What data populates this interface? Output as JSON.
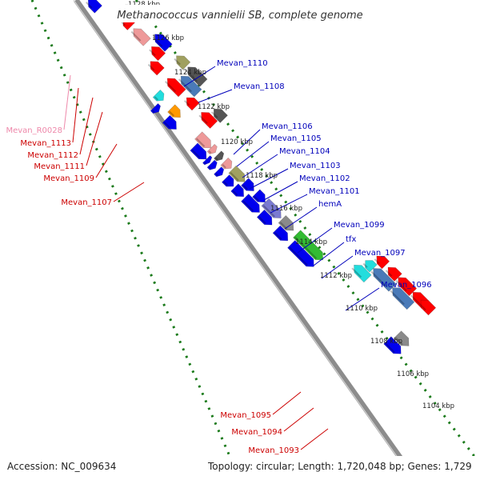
{
  "title": "Methanococcus vannielii SB, complete genome",
  "footer": {
    "accession": "Accession: NC_009634",
    "topology": "Topology: circular; Length: 1,720,048 bp; Genes: 1,729"
  },
  "colors": {
    "backbone": "#8c8c8c",
    "tick_dots": "#1a7a1a",
    "forward_label": "#0000bb",
    "reverse_label": "#cc0000",
    "rna_label": "#ee88aa",
    "blue": "#0000ee",
    "red": "#ff0000",
    "pink": "#ee9999",
    "olive": "#a0a060",
    "purple": "#7a7ad0",
    "gray": "#8a8a8a",
    "darkgray": "#555555",
    "green": "#33bb33",
    "steel": "#4a7ab8",
    "cyan": "#22dddd",
    "orange": "#ff9900"
  },
  "scale_labels": [
    {
      "text": "1128 kbp",
      "kbp": 1128
    },
    {
      "text": "1126 kbp",
      "kbp": 1126
    },
    {
      "text": "1124 kbp",
      "kbp": 1124
    },
    {
      "text": "1122 kbp",
      "kbp": 1122
    },
    {
      "text": "1120 kbp",
      "kbp": 1120
    },
    {
      "text": "1118 kbp",
      "kbp": 1118
    },
    {
      "text": "1116 kbp",
      "kbp": 1116
    },
    {
      "text": "1114 kbp",
      "kbp": 1114
    },
    {
      "text": "1112 kbp",
      "kbp": 1112
    },
    {
      "text": "1110 kbp",
      "kbp": 1110
    },
    {
      "text": "1108 kbp",
      "kbp": 1108
    },
    {
      "text": "1106 kbp",
      "kbp": 1106
    },
    {
      "text": "1104 kbp",
      "kbp": 1104
    }
  ],
  "forward_labels": [
    "Mevan_1110",
    "Mevan_1108",
    "Mevan_1106",
    "Mevan_1105",
    "Mevan_1104",
    "Mevan_1103",
    "Mevan_1102",
    "Mevan_1101",
    "hemA",
    "Mevan_1099",
    "tfx",
    "Mevan_1097",
    "Mevan_1096"
  ],
  "reverse_labels": [
    "Mevan_R0028",
    "Mevan_1113",
    "Mevan_1112",
    "Mevan_1111",
    "Mevan_1109",
    "Mevan_1107",
    "Mevan_1095",
    "Mevan_1094",
    "Mevan_1093"
  ],
  "features": [
    {
      "s": 10,
      "e": 28,
      "strand": -1,
      "color": "blue"
    },
    {
      "s": 48,
      "e": 64,
      "strand": -3,
      "color": "red"
    },
    {
      "s": 58,
      "e": 72,
      "strand": -2,
      "color": "red"
    },
    {
      "s": 76,
      "e": 100,
      "strand": -2,
      "color": "pink"
    },
    {
      "s": 100,
      "e": 124,
      "strand": -3,
      "color": "blue"
    },
    {
      "s": 108,
      "e": 126,
      "strand": -2,
      "color": "red"
    },
    {
      "s": 120,
      "e": 138,
      "strand": -1,
      "color": "red"
    },
    {
      "s": 138,
      "e": 156,
      "strand": -3,
      "color": "olive"
    },
    {
      "s": 150,
      "e": 176,
      "strand": -1,
      "color": "red"
    },
    {
      "s": 154,
      "e": 166,
      "strand": 1,
      "color": "cyan"
    },
    {
      "s": 158,
      "e": 176,
      "strand": -3,
      "color": "darkgray"
    },
    {
      "s": 160,
      "e": 190,
      "strand": -2,
      "color": "steel"
    },
    {
      "s": 164,
      "e": 172,
      "strand": 2,
      "color": "blue"
    },
    {
      "s": 168,
      "e": 186,
      "strand": -3,
      "color": "darkgray"
    },
    {
      "s": 180,
      "e": 196,
      "strand": 1,
      "color": "orange"
    },
    {
      "s": 184,
      "e": 200,
      "strand": -1,
      "color": "red"
    },
    {
      "s": 185,
      "e": 203,
      "strand": 2,
      "color": "blue"
    },
    {
      "s": 210,
      "e": 232,
      "strand": -1,
      "color": "red"
    },
    {
      "s": 218,
      "e": 236,
      "strand": -2,
      "color": "darkgray"
    },
    {
      "s": 228,
      "e": 250,
      "strand": 1,
      "color": "pink"
    },
    {
      "s": 234,
      "e": 256,
      "strand": 2,
      "color": "blue"
    },
    {
      "s": 250,
      "e": 258,
      "strand": 1,
      "color": "pink"
    },
    {
      "s": 256,
      "e": 262,
      "strand": 2,
      "color": "blue"
    },
    {
      "s": 262,
      "e": 270,
      "strand": 1,
      "color": "darkgray"
    },
    {
      "s": 264,
      "e": 272,
      "strand": 2,
      "color": "blue"
    },
    {
      "s": 274,
      "e": 286,
      "strand": 1,
      "color": "pink"
    },
    {
      "s": 276,
      "e": 284,
      "strand": 2,
      "color": "blue"
    },
    {
      "s": 288,
      "e": 310,
      "strand": 1,
      "color": "olive"
    },
    {
      "s": 290,
      "e": 304,
      "strand": 2,
      "color": "blue"
    },
    {
      "s": 306,
      "e": 322,
      "strand": 2,
      "color": "blue"
    },
    {
      "s": 310,
      "e": 326,
      "strand": 1,
      "color": "blue"
    },
    {
      "s": 324,
      "e": 350,
      "strand": 2,
      "color": "blue"
    },
    {
      "s": 330,
      "e": 346,
      "strand": 1,
      "color": "blue"
    },
    {
      "s": 346,
      "e": 374,
      "strand": 1,
      "color": "purple"
    },
    {
      "s": 352,
      "e": 372,
      "strand": 2,
      "color": "blue"
    },
    {
      "s": 376,
      "e": 396,
      "strand": 1,
      "color": "gray"
    },
    {
      "s": 380,
      "e": 400,
      "strand": 2,
      "color": "blue"
    },
    {
      "s": 402,
      "e": 448,
      "strand": 1,
      "color": "green"
    },
    {
      "s": 406,
      "e": 446,
      "strand": 2,
      "color": "blue"
    },
    {
      "s": 480,
      "e": 504,
      "strand": -1,
      "color": "cyan"
    },
    {
      "s": 486,
      "e": 500,
      "strand": -2,
      "color": "cyan"
    },
    {
      "s": 492,
      "e": 508,
      "strand": -3,
      "color": "red"
    },
    {
      "s": 500,
      "e": 534,
      "strand": -2,
      "color": "steel"
    },
    {
      "s": 512,
      "e": 530,
      "strand": -3,
      "color": "red"
    },
    {
      "s": 530,
      "e": 556,
      "strand": -3,
      "color": "red"
    },
    {
      "s": 534,
      "e": 566,
      "strand": -2,
      "color": "steel"
    },
    {
      "s": 556,
      "e": 578,
      "strand": -3,
      "color": "red"
    },
    {
      "s": 570,
      "e": 590,
      "strand": -3,
      "color": "red"
    },
    {
      "s": 576,
      "e": 600,
      "strand": 2,
      "color": "blue"
    },
    {
      "s": 580,
      "e": 600,
      "strand": 1,
      "color": "gray"
    }
  ]
}
